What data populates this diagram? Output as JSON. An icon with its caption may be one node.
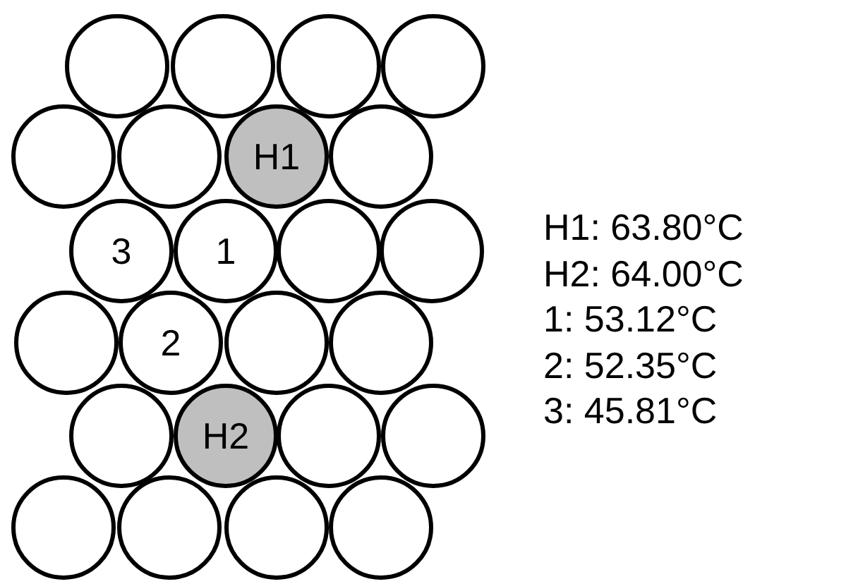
{
  "diagram": {
    "nodes": [
      {
        "text": [],
        "shape": "circle"
      },
      {
        "text": [],
        "shape": "circle"
      },
      {
        "text": [],
        "shape": "circle"
      },
      {
        "text": [],
        "shape": "circle"
      },
      {
        "text": [],
        "shape": "circle"
      },
      {
        "text": [],
        "shape": "circle"
      },
      {
        "text": [
          "H1"
        ]
      },
      {
        "text": [],
        "shape": "circle"
      },
      {
        "text": [
          "3"
        ]
      },
      {
        "text": [
          "1"
        ]
      },
      {
        "text": [],
        "shape": "circle"
      },
      {
        "text": [],
        "shape": "circle"
      },
      {
        "text": [],
        "shape": "circle"
      },
      {
        "text": [
          "2"
        ]
      },
      {
        "text": [],
        "shape": "circle"
      },
      {
        "text": [],
        "shape": "circle"
      },
      {
        "text": [],
        "shape": "circle"
      },
      {
        "text": [
          "H2"
        ]
      },
      {
        "text": [],
        "shape": "circle"
      },
      {
        "text": [],
        "shape": "circle"
      },
      {
        "text": [],
        "shape": "circle"
      },
      {
        "text": [],
        "shape": "circle"
      },
      {
        "text": [],
        "shape": "circle"
      },
      {
        "text": [],
        "shape": "circle"
      }
    ],
    "labels": [
      "H1: 63.80°C",
      "H2: 64.00°C",
      "1: 53.12°C",
      "2: 52.35°C",
      "3: 45.81°C"
    ]
  }
}
